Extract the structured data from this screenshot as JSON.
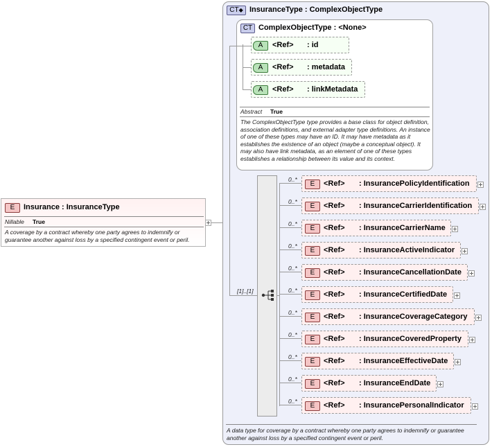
{
  "root_element": {
    "badge": "E",
    "title": "Insurance : InsuranceType",
    "nillable_label": "Nillable",
    "nillable_value": "True",
    "description": "A coverage by a contract whereby one party agrees to indemnify or guarantee another against loss by a specified contingent event or peril."
  },
  "outer_type": {
    "badge": "CT",
    "title": "InsuranceType : ComplexObjectType",
    "description": "A data type for coverage by a contract whereby one party agrees to indemnify or guarantee another against loss by a specified contingent event or peril."
  },
  "inner_type": {
    "badge": "CT",
    "title": "ComplexObjectType : <None>",
    "abstract_label": "Abstract",
    "abstract_value": "True",
    "description": "The ComplexObjectType type provides a base class for object definition, association definitions, and external adapter type definitions. An instance of one of these types may have an ID. It may have metadata as it establishes the existence of an object (maybe a conceptual object). It may also have link metadata, as an element of one of these types establishes a relationship between its value and its context."
  },
  "attributes": [
    {
      "badge": "A",
      "ref": "<Ref>",
      "name": ": id"
    },
    {
      "badge": "A",
      "ref": "<Ref>",
      "name": ": metadata"
    },
    {
      "badge": "A",
      "ref": "<Ref>",
      "name": ": linkMetadata"
    }
  ],
  "sequence_cardinality": "[1]..[1]",
  "elements": [
    {
      "badge": "E",
      "ref": "<Ref>",
      "name": ": InsurancePolicyIdentification",
      "cardinality": "0..*"
    },
    {
      "badge": "E",
      "ref": "<Ref>",
      "name": ": InsuranceCarrierIdentification",
      "cardinality": "0..*"
    },
    {
      "badge": "E",
      "ref": "<Ref>",
      "name": ": InsuranceCarrierName",
      "cardinality": "0..*"
    },
    {
      "badge": "E",
      "ref": "<Ref>",
      "name": ": InsuranceActiveIndicator",
      "cardinality": "0..*"
    },
    {
      "badge": "E",
      "ref": "<Ref>",
      "name": ": InsuranceCancellationDate",
      "cardinality": "0..*"
    },
    {
      "badge": "E",
      "ref": "<Ref>",
      "name": ": InsuranceCertifiedDate",
      "cardinality": "0..*"
    },
    {
      "badge": "E",
      "ref": "<Ref>",
      "name": ": InsuranceCoverageCategory",
      "cardinality": "0..*"
    },
    {
      "badge": "E",
      "ref": "<Ref>",
      "name": ": InsuranceCoveredProperty",
      "cardinality": "0..*"
    },
    {
      "badge": "E",
      "ref": "<Ref>",
      "name": ": InsuranceEffectiveDate",
      "cardinality": "0..*"
    },
    {
      "badge": "E",
      "ref": "<Ref>",
      "name": ": InsuranceEndDate",
      "cardinality": "0..*"
    },
    {
      "badge": "E",
      "ref": "<Ref>",
      "name": ": InsurancePersonalIndicator",
      "cardinality": "0..*"
    }
  ],
  "colors": {
    "element_fill": "#fff0f0",
    "element_badge": "#f5c5c5",
    "attribute_fill": "#f6fff4",
    "attribute_badge": "#b8e2b8",
    "complex_type_badge": "#c9cdec",
    "outer_type_fill": "#eef0fa"
  },
  "icons": {
    "sequence": "sequence-compositor-icon",
    "expand": "plus-expand-icon",
    "complex_type": "complex-type-icon"
  }
}
